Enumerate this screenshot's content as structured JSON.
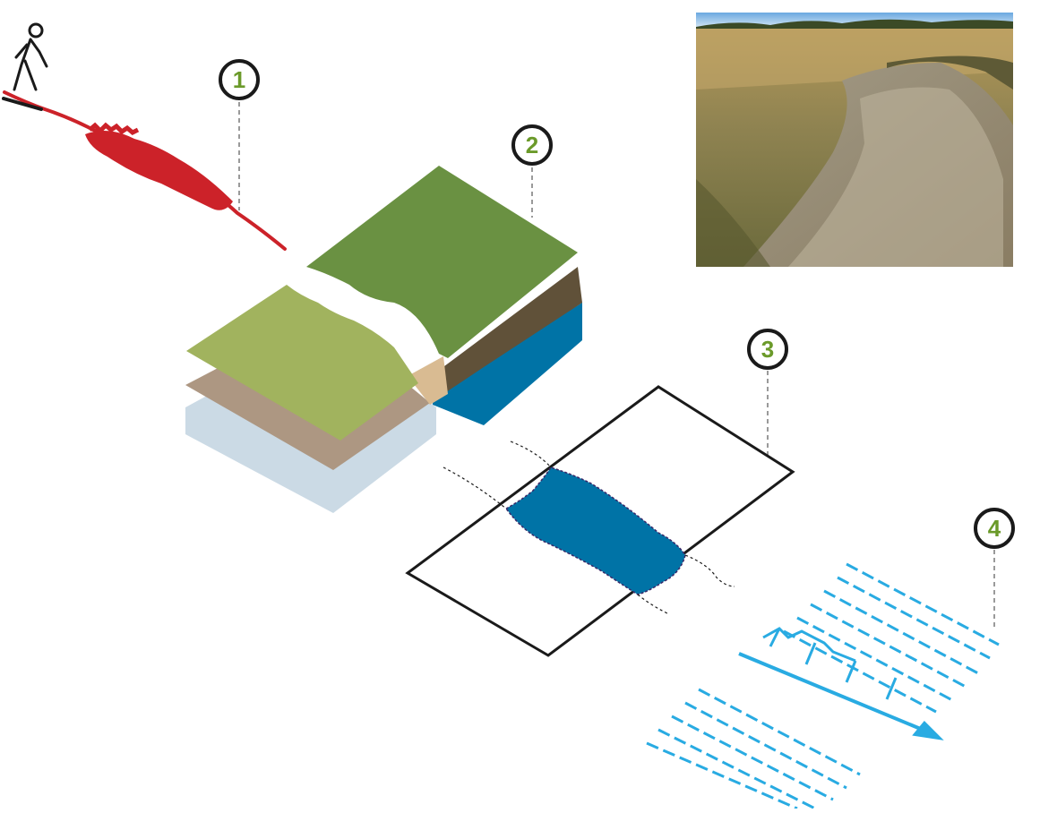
{
  "callouts": [
    {
      "label": "1",
      "meaning": "trail-user"
    },
    {
      "label": "2",
      "meaning": "soil-layers"
    },
    {
      "label": "3",
      "meaning": "trail-footprint"
    },
    {
      "label": "4",
      "meaning": "drainage"
    }
  ],
  "colors": {
    "callout_text": "#6b9a2a",
    "callout_ring": "#1a1a1a",
    "leader": "#9a9a9a",
    "user_path": "#cc2229",
    "grass_dark": "#6a9142",
    "grass_light": "#a1b35e",
    "soil_dark": "#605139",
    "soil_light": "#ad9782",
    "soil_exposed": "#d9bb92",
    "water": "#0073a6",
    "subsoil": "#cbdae5",
    "drain_lines": "#29abe2",
    "outline": "#1a1a1a"
  },
  "icons": {
    "walker": "walking-person-icon",
    "photo": "trail-photo"
  }
}
